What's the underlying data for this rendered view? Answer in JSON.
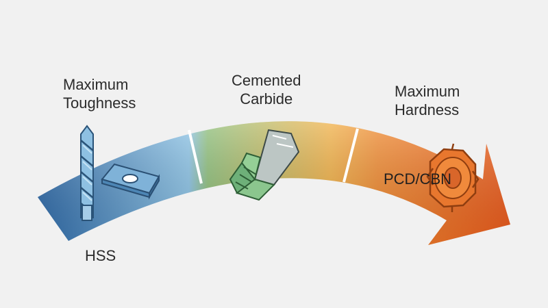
{
  "labels": {
    "max_toughness": [
      "Maximum",
      "Toughness"
    ],
    "cemented_carbide": [
      "Cemented",
      "Carbide"
    ],
    "max_hardness": [
      "Maximum",
      "Hardness"
    ],
    "hss": "HSS",
    "pcd_cbn": "PCD/CBN"
  },
  "colors": {
    "background": "#f1f1f1",
    "gradient": [
      "#2f6aa8",
      "#8cc3e6",
      "#8fbf7a",
      "#f0b047",
      "#f07a2a",
      "#eb5e1e"
    ],
    "divider": "#ffffff",
    "tool_blue": "#7fb5dc",
    "tool_green": "#5aa86a",
    "tool_orange": "#e8742c"
  },
  "icons": [
    "drill-bit-icon",
    "cutting-insert-icon",
    "end-mill-icon",
    "cutter-head-icon"
  ]
}
